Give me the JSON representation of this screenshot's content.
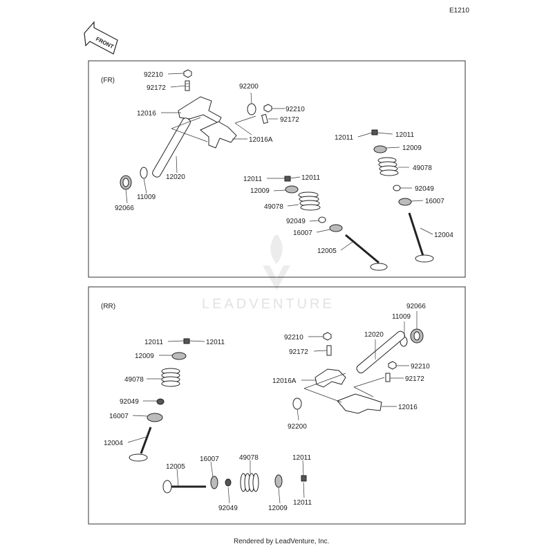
{
  "page_code": "E1210",
  "front_arrow_label": "FRONT",
  "watermark": "LEADVENTURE",
  "footer": "Rendered by LeadVenture, Inc.",
  "panels": {
    "fr": {
      "tag": "(FR)",
      "labels": [
        "92210",
        "92172",
        "12016",
        "92200",
        "92210",
        "92172",
        "12016A",
        "12020",
        "11009",
        "92066",
        "12011",
        "12009",
        "49078",
        "92049",
        "16007",
        "12005",
        "12011",
        "12009",
        "49078",
        "92049",
        "16007",
        "12004",
        "12011",
        "12011"
      ]
    },
    "rr": {
      "tag": "(RR)",
      "labels": [
        "92066",
        "11009",
        "12020",
        "92210",
        "92172",
        "92210",
        "12016A",
        "92172",
        "12016",
        "92200",
        "12011",
        "12011",
        "12009",
        "49078",
        "92049",
        "16007",
        "12004",
        "12005",
        "16007",
        "49078",
        "12011",
        "92049",
        "12009",
        "12011"
      ]
    }
  }
}
